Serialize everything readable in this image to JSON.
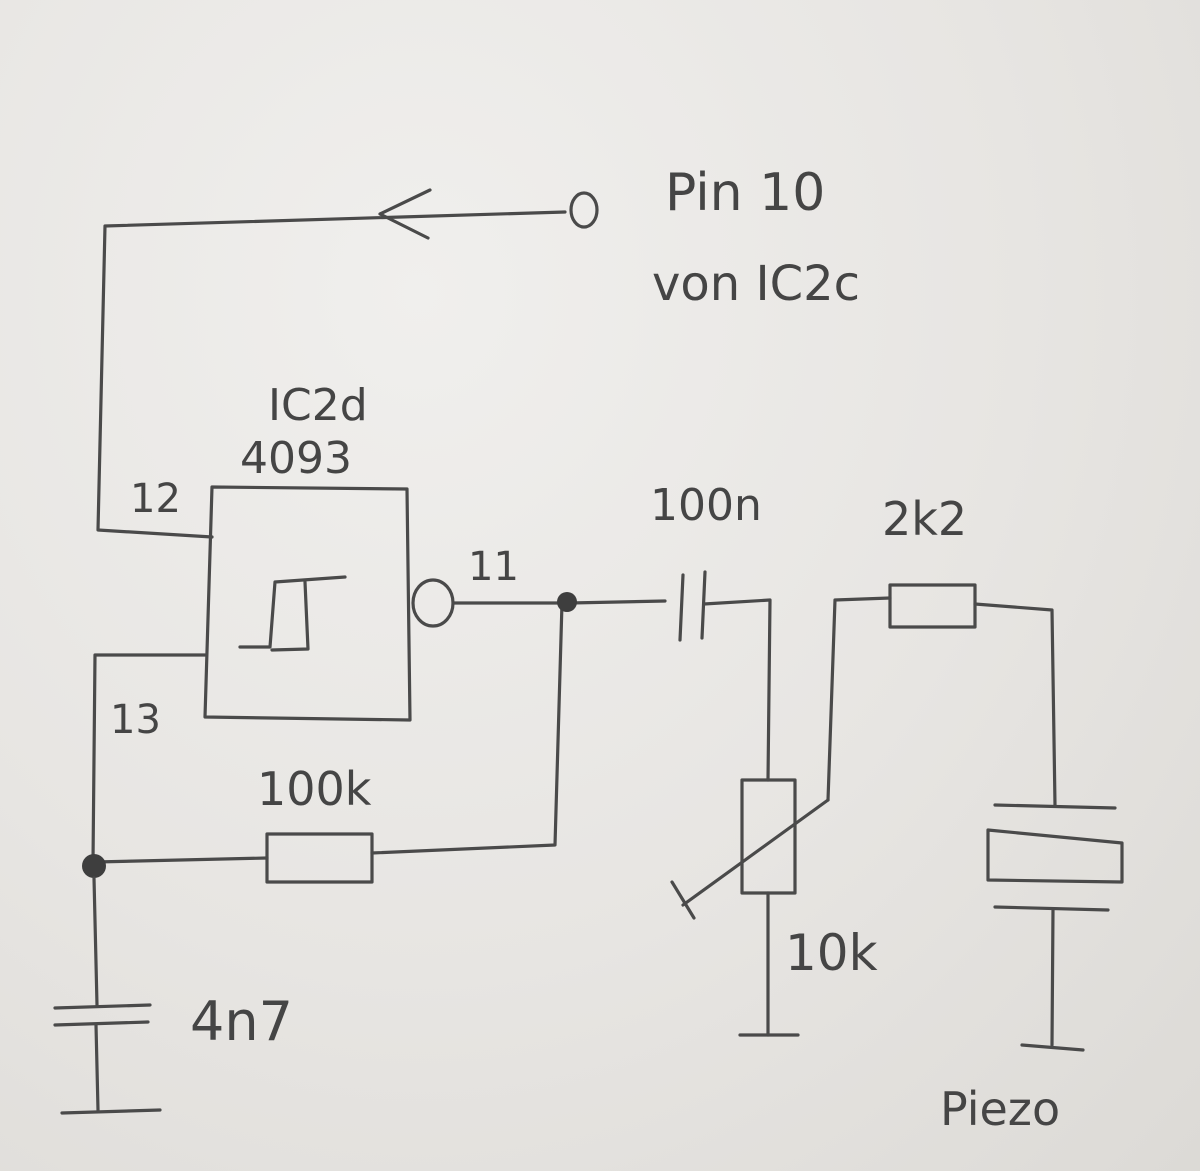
{
  "labels": {
    "input_pin": "Pin 10",
    "input_source": "von IC2c",
    "ic_name": "IC2d",
    "ic_type": "4093",
    "pin_12": "12",
    "pin_13": "13",
    "pin_11": "11",
    "cap_coupling": "100n",
    "resistor_feedback": "100k",
    "resistor_series": "2k2",
    "potentiometer": "10k",
    "cap_timing": "4n7",
    "piezo": "Piezo"
  }
}
